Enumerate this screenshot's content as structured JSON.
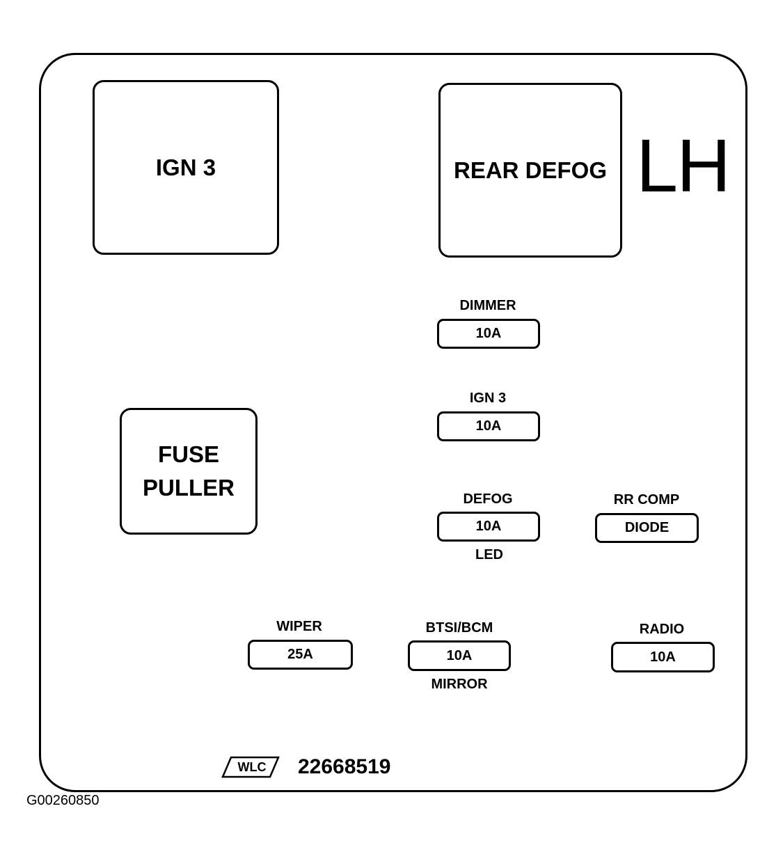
{
  "corner_label": "LH",
  "relays": {
    "ign3": "IGN 3",
    "rear_defog": "REAR DEFOG",
    "fuse_puller": [
      "FUSE",
      "PULLER"
    ]
  },
  "fuses": {
    "dimmer": {
      "label": "DIMMER",
      "value": "10A"
    },
    "ign3": {
      "label": "IGN 3",
      "value": "10A"
    },
    "defog": {
      "label": "DEFOG",
      "value": "10A",
      "sublabel": "LED"
    },
    "rr_comp": {
      "label": "RR COMP",
      "value": "DIODE"
    },
    "wiper": {
      "label": "WIPER",
      "value": "25A"
    },
    "btsi_bcm": {
      "label": "BTSI/BCM",
      "value": "10A",
      "sublabel": "MIRROR"
    },
    "radio": {
      "label": "RADIO",
      "value": "10A"
    }
  },
  "footer": {
    "logo_text": "WLC",
    "part_number": "22668519"
  },
  "figure_id": "G00260850"
}
